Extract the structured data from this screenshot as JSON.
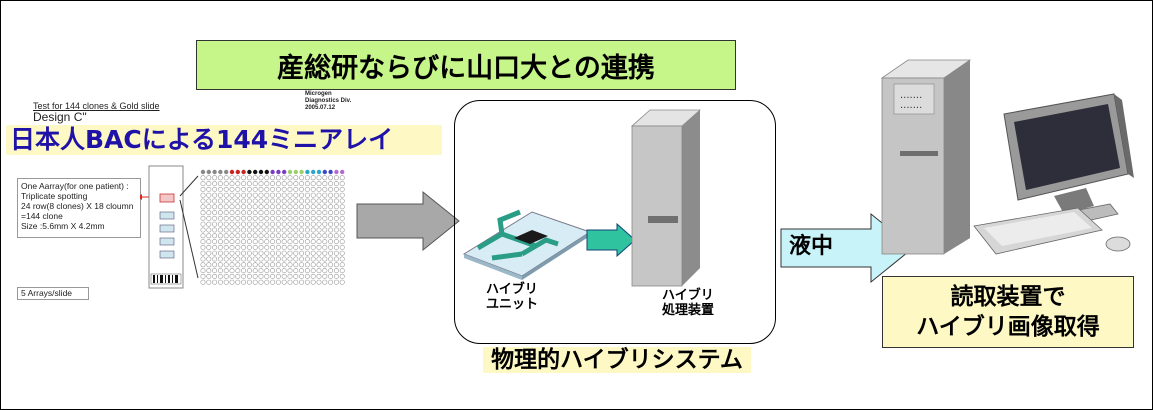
{
  "top_banner": "産総研ならびに山口大との連携",
  "slide_header": {
    "test_title": "Test for 144 clones & Gold slide",
    "design": "Design C\"",
    "company": "Microgen",
    "division": "Diagnostics Div.",
    "date": "2005.07.12"
  },
  "bac_title": "日本人BACによる144ミニアレイ",
  "array_info": {
    "lines": [
      "One Aarray(for one patient) :",
      "Triplicate spotting",
      "24 row(8 clones) X 18 cloumn",
      "=144 clone",
      "Size :5.6mm X 4.2mm"
    ]
  },
  "arrays_per_slide": "5 Arrays/slide",
  "hybri_unit_label": [
    "ハイブリ",
    "ユニット"
  ],
  "hybri_device_label": [
    "ハイブリ",
    "処理装置"
  ],
  "system_label": "物理的ハイブリシステム",
  "liquid_label": "液中",
  "result_label": [
    "読取装置で",
    "ハイブリ画像取得"
  ],
  "colors": {
    "banner_green": "#c6f58a",
    "highlight_yellow": "#fdf8c4",
    "title_blue": "#1f12a8",
    "arrow_gray": "#a8a8a8",
    "arrow_teal": "#2fc3a0",
    "liquid_arrow": "#c8f3f8"
  }
}
